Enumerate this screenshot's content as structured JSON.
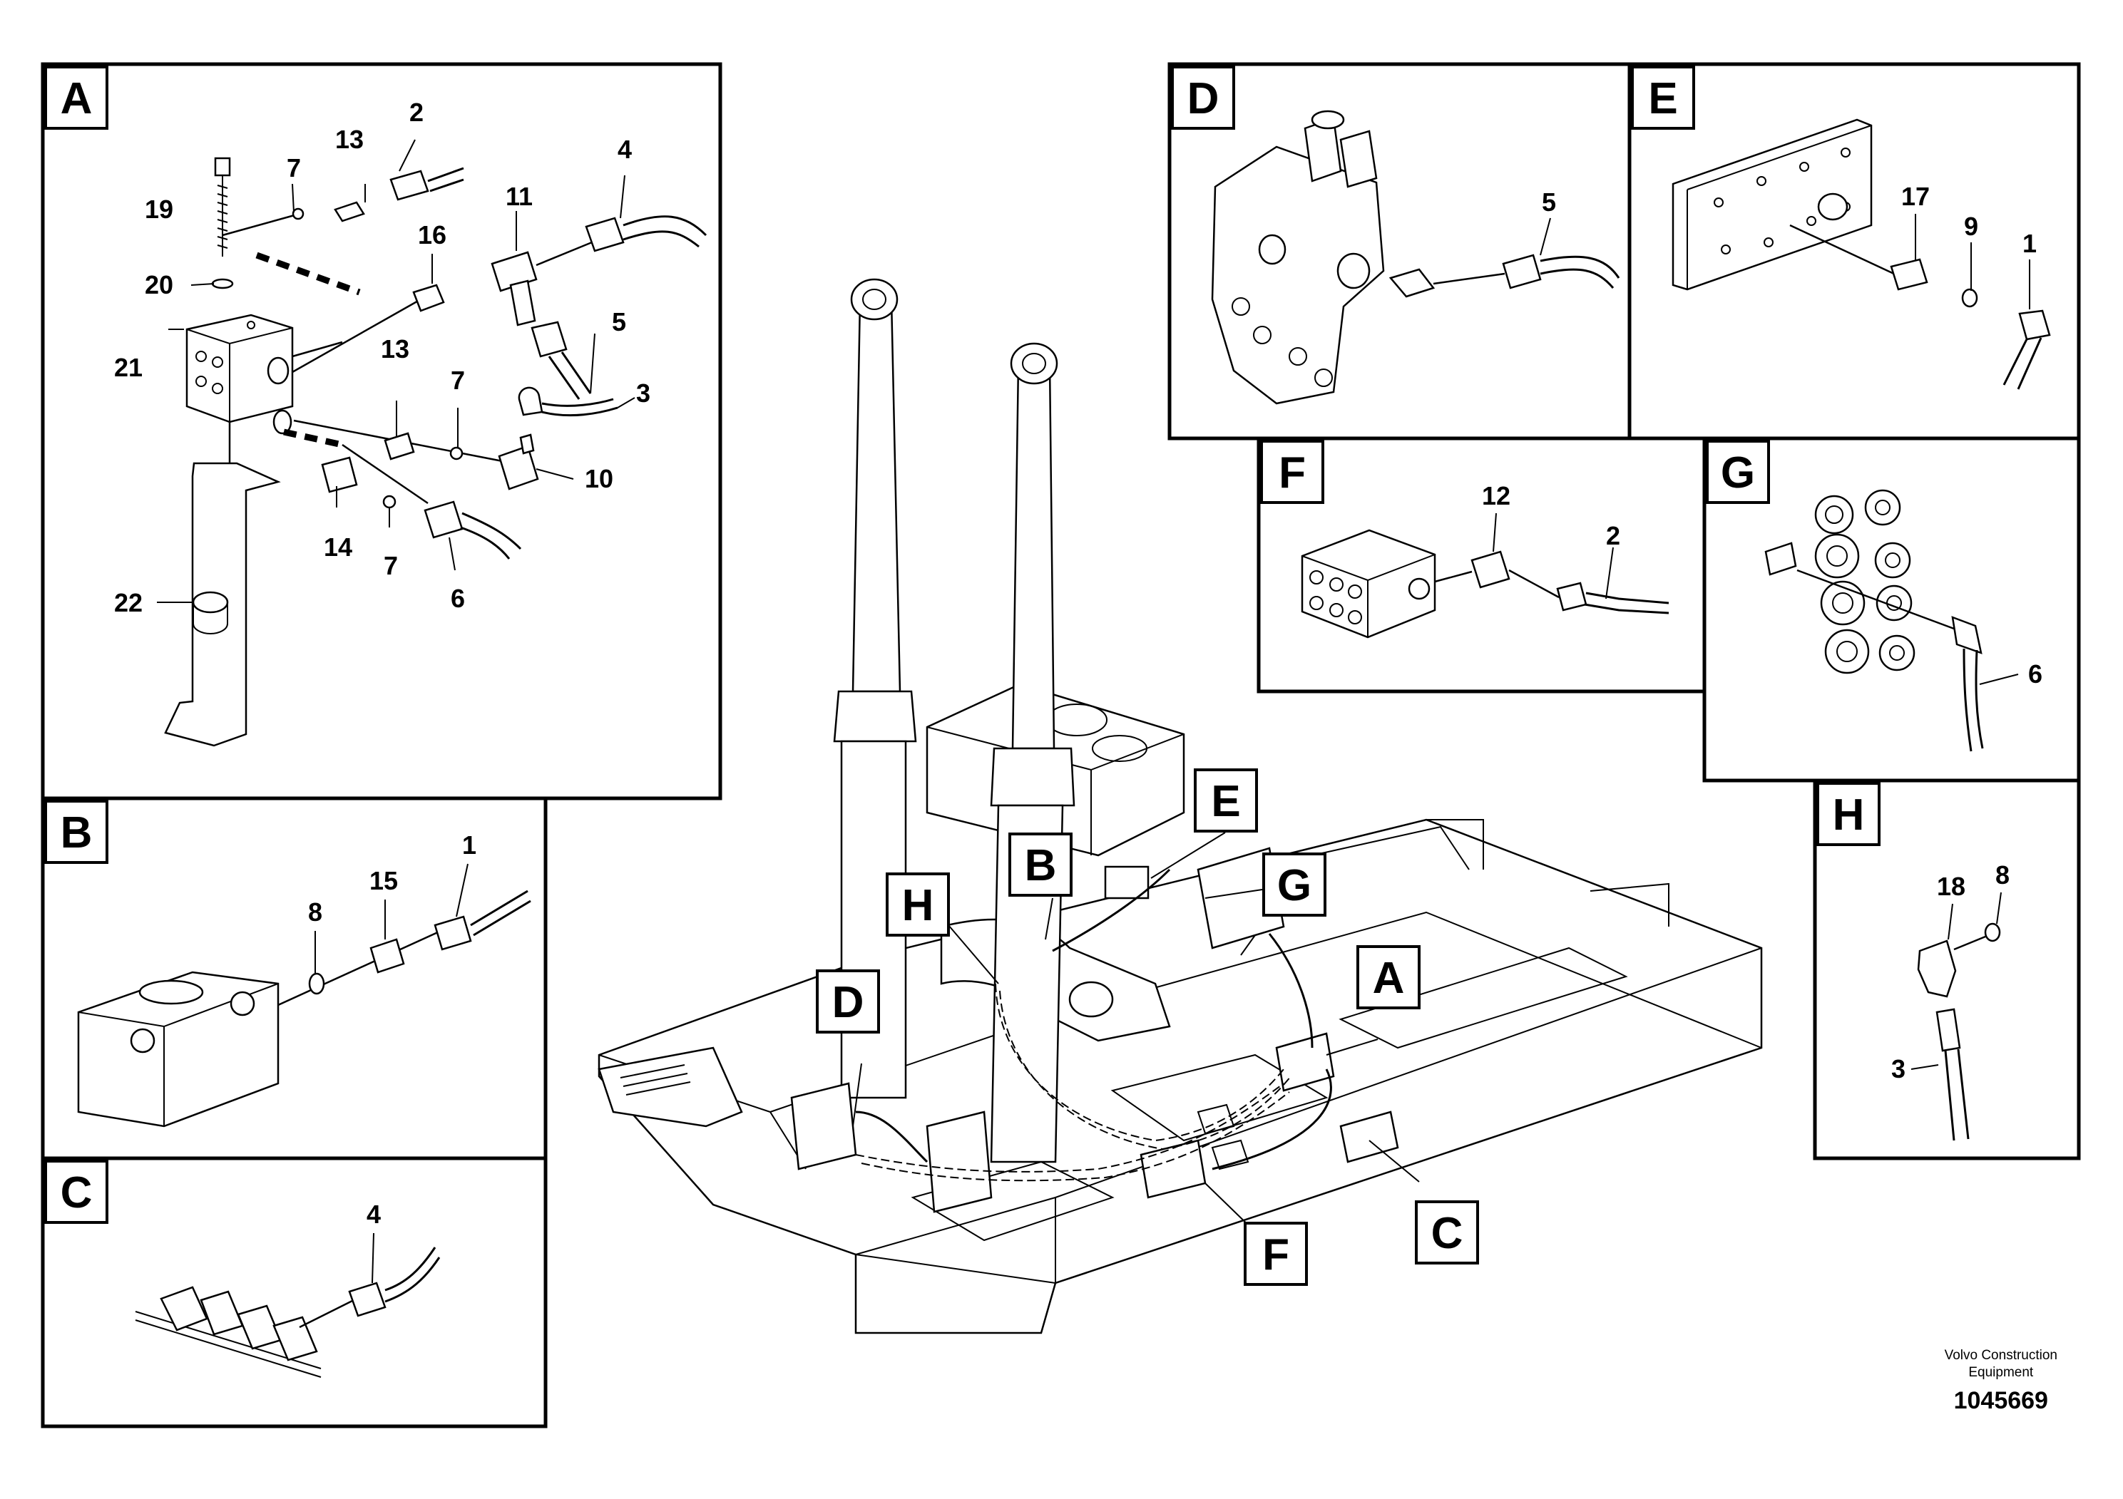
{
  "panels": {
    "A": "A",
    "B": "B",
    "C": "C",
    "D": "D",
    "E": "E",
    "F": "F",
    "G": "G",
    "H": "H"
  },
  "callouts": {
    "A": [
      "19",
      "7",
      "13",
      "2",
      "4",
      "11",
      "16",
      "5",
      "20",
      "21",
      "13",
      "7",
      "3",
      "10",
      "14",
      "7",
      "6",
      "22"
    ],
    "B": [
      "8",
      "15",
      "1"
    ],
    "C": [
      "4"
    ],
    "D": [
      "5"
    ],
    "E": [
      "17",
      "9",
      "1"
    ],
    "F": [
      "12",
      "2"
    ],
    "G": [
      "6"
    ],
    "H": [
      "18",
      "8",
      "3"
    ]
  },
  "main_markers": [
    "E",
    "B",
    "G",
    "H",
    "A",
    "D",
    "C",
    "F"
  ],
  "footer": {
    "brand_line1": "Volvo Construction",
    "brand_line2": "Equipment",
    "drawing_number": "1045669"
  }
}
